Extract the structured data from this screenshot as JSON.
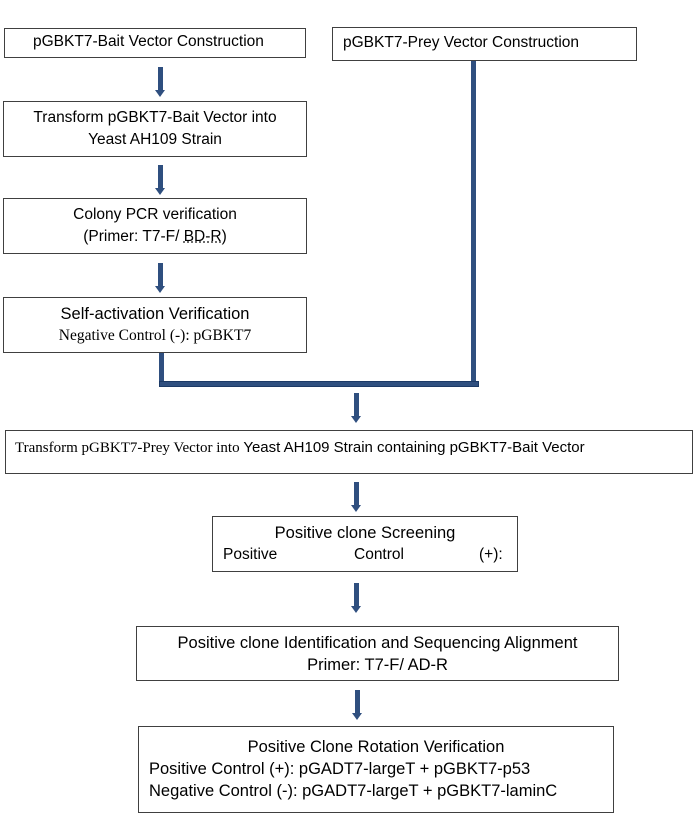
{
  "bait": {
    "construction": "pGBKT7-Bait Vector Construction",
    "transform_l1": "Transform pGBKT7-Bait Vector into",
    "transform_l2": "Yeast AH109 Strain",
    "pcr_l1": "Colony PCR verification",
    "pcr_l2_a": "(Primer: T7-F/ ",
    "pcr_l2_b": "BD-R",
    "pcr_l2_c": ")",
    "selfact_title": "Self-activation Verification",
    "selfact_neg": "Negative Control (-): pGBKT7"
  },
  "prey": {
    "construction": "pGBKT7-Prey Vector Construction"
  },
  "transform_prey": {
    "part1": "Transform pGBKT7-Prey Vector into ",
    "part2": "Yeast AH109 Strain containing pGBKT7-Bait Vector"
  },
  "screening": {
    "title": "Positive clone Screening",
    "pos_word": "Positive",
    "control_word": "Control",
    "plus": "(+):"
  },
  "identification": {
    "title": "Positive clone Identification and Sequencing Alignment",
    "primer": "Primer: T7-F/ AD-R"
  },
  "rotation": {
    "title": "Positive Clone Rotation Verification",
    "positive": "Positive Control (+): pGADT7-largeT + pGBKT7-p53",
    "negative": "Negative Control (-): pGADT7-largeT + pGBKT7-laminC"
  }
}
